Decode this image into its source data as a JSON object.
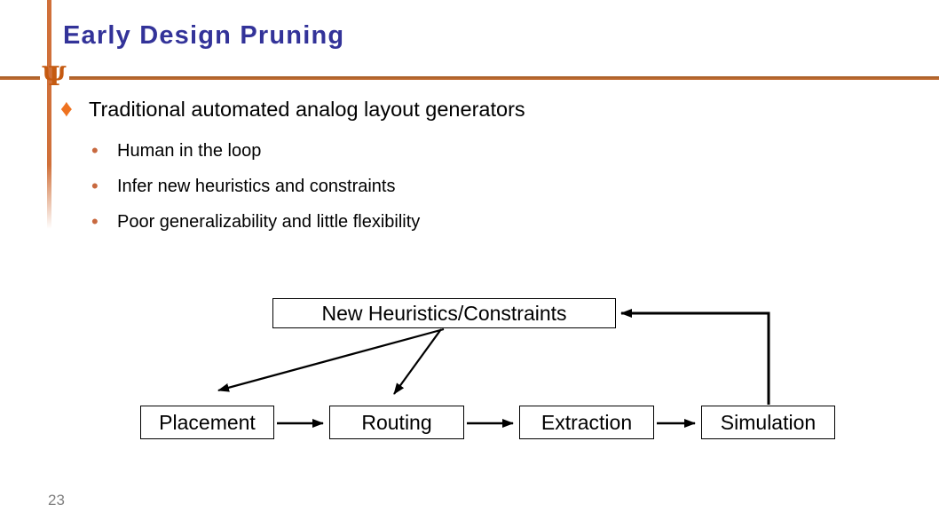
{
  "slide": {
    "title": "Early Design Pruning",
    "page_number": "23"
  },
  "logo": {
    "glyph": "Ψ",
    "name": "university-trident-logo"
  },
  "bullets": {
    "marker": "♦",
    "sub_marker": "•",
    "level1": "Traditional automated analog layout generators",
    "sub_items": [
      "Human in the loop",
      "Infer new heuristics and constraints",
      "Poor generalizability and little flexibility"
    ]
  },
  "diagram": {
    "feedback_box": "New Heuristics/Constraints",
    "flow_boxes": [
      "Placement",
      "Routing",
      "Extraction",
      "Simulation"
    ],
    "edges": [
      "Placement -> Routing",
      "Routing -> Extraction",
      "Extraction -> Simulation",
      "Simulation -> New Heuristics/Constraints",
      "New Heuristics/Constraints -> Placement",
      "New Heuristics/Constraints -> Routing"
    ]
  },
  "colors": {
    "title_text": "#333399",
    "accent_line": "#C0682A",
    "diamond_bullet": "#EE7220",
    "sub_bullet": "#C8693F",
    "body_text": "#000000",
    "diagram_stroke": "#000000",
    "page_number": "#808080"
  }
}
